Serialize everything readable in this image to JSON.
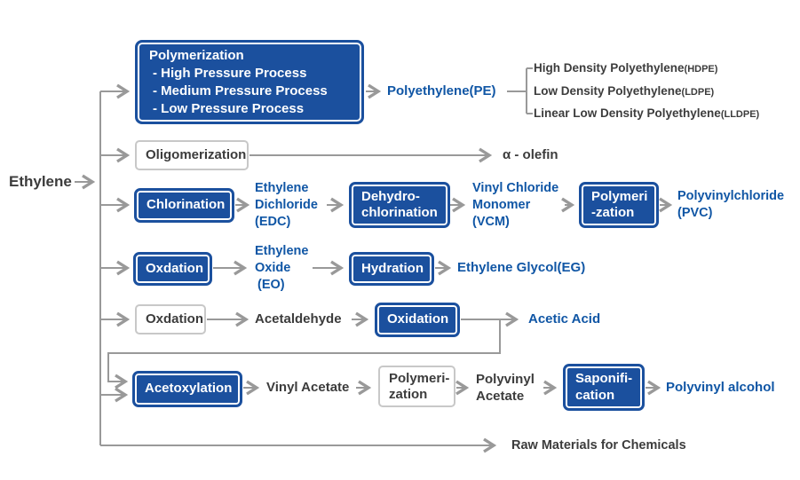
{
  "colors": {
    "box_blue": "#1b509e",
    "text_blue": "#1056a5",
    "text_dark": "#3c3c3c",
    "line_gray": "#999999",
    "white_box_border": "#c8c8c8"
  },
  "source": {
    "label": "Ethylene"
  },
  "polymerization": {
    "box_title": "Polymerization",
    "box_lines": [
      "- High Pressure Process",
      "- Medium Pressure Process",
      "- Low Pressure Process"
    ],
    "product": "Polyethylene(PE)",
    "derivatives": [
      {
        "name": "High Density Polyethylene",
        "abbr": "(HDPE)"
      },
      {
        "name": "Low Density Polyethylene",
        "abbr": "(LDPE)"
      },
      {
        "name": "Linear Low Density Polyethylene",
        "abbr": "(LLDPE)"
      }
    ]
  },
  "oligomerization": {
    "box": "Oligomerization",
    "product": "α - olefin"
  },
  "chlorination": {
    "box1": "Chlorination",
    "intermediate1_lines": [
      "Ethylene",
      "Dichloride",
      "(EDC)"
    ],
    "box2_lines": [
      "Dehydro-",
      "chlorination"
    ],
    "intermediate2_lines": [
      "Vinyl Chloride",
      "Monomer",
      "(VCM)"
    ],
    "box3_lines": [
      "Polymeri",
      "-zation"
    ],
    "product_lines": [
      "Polyvinylchloride",
      "(PVC)"
    ]
  },
  "oxidation_eo": {
    "box1": "Oxdation",
    "intermediate_lines": [
      "Ethylene",
      "Oxide",
      "(EO)"
    ],
    "box2": "Hydration",
    "product": "Ethylene Glycol(EG)"
  },
  "oxidation_acetic": {
    "box1": "Oxdation",
    "intermediate": "Acetaldehyde",
    "box2": "Oxidation",
    "product": "Acetic Acid"
  },
  "acetoxylation": {
    "box1": "Acetoxylation",
    "intermediate1": "Vinyl Acetate",
    "box2_lines": [
      "Polymeri-",
      "zation"
    ],
    "intermediate2_lines": [
      "Polyvinyl",
      "Acetate"
    ],
    "box3_lines": [
      "Saponifi-",
      "cation"
    ],
    "product": "Polyvinyl alcohol"
  },
  "raw_materials": {
    "label": "Raw Materials for Chemicals"
  }
}
